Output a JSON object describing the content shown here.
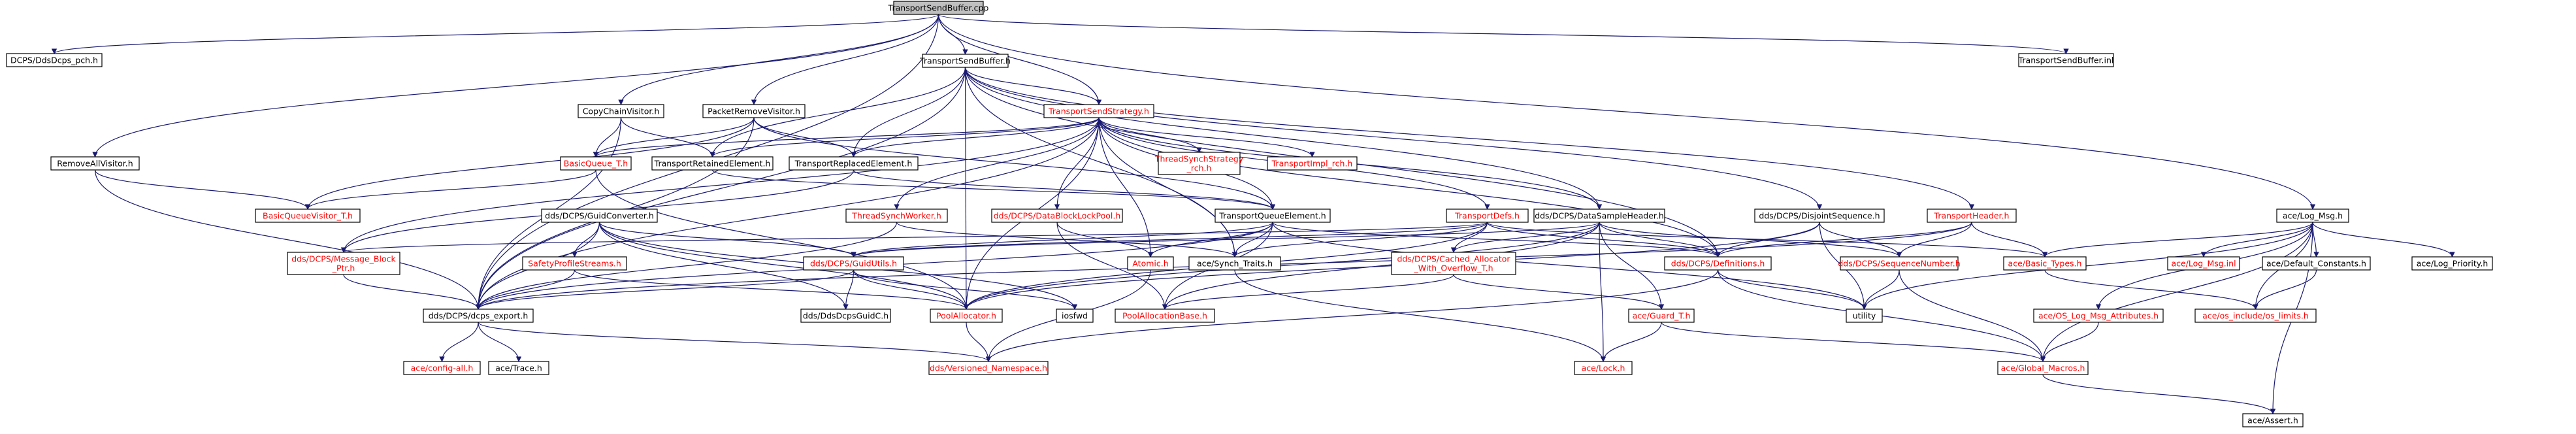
{
  "graph": {
    "colors": {
      "edge": "#191970",
      "node_border": "#000000",
      "node_fill": "#ffffff",
      "root_fill": "#bfbfbf",
      "red_text": "#ff0000",
      "black_text": "#000000"
    },
    "nodes": [
      {
        "id": "root",
        "label": "TransportSendBuffer.cpp",
        "style": "root"
      },
      {
        "id": "dcps_pch",
        "label": "DCPS/DdsDcps_pch.h",
        "style": "black"
      },
      {
        "id": "tsb_h",
        "label": "TransportSendBuffer.h",
        "style": "black"
      },
      {
        "id": "tsb_inl",
        "label": "TransportSendBuffer.inl",
        "style": "black"
      },
      {
        "id": "remove_all",
        "label": "RemoveAllVisitor.h",
        "style": "black"
      },
      {
        "id": "copy_chain",
        "label": "CopyChainVisitor.h",
        "style": "black"
      },
      {
        "id": "packet_remove",
        "label": "PacketRemoveVisitor.h",
        "style": "black"
      },
      {
        "id": "transport_strategy",
        "label": "TransportSendStrategy.h",
        "style": "red"
      },
      {
        "id": "basic_queue",
        "label": "BasicQueue_T.h",
        "style": "red"
      },
      {
        "id": "retained",
        "label": "TransportRetainedElement.h",
        "style": "black"
      },
      {
        "id": "replaced",
        "label": "TransportReplacedElement.h",
        "style": "black"
      },
      {
        "id": "tss_ch",
        "label": [
          "ThreadSynchStrategy",
          "_rch.h"
        ],
        "style": "red"
      },
      {
        "id": "timpl_rch",
        "label": "TransportImpl_rch.h",
        "style": "red"
      },
      {
        "id": "basic_queue_visitor",
        "label": "BasicQueueVisitor_T.h",
        "style": "red"
      },
      {
        "id": "thread_synch_worker",
        "label": "ThreadSynchWorker.h",
        "style": "red"
      },
      {
        "id": "dblp",
        "label": "dds/DCPS/DataBlockLockPool.h",
        "style": "red"
      },
      {
        "id": "tqe",
        "label": "TransportQueueElement.h",
        "style": "black"
      },
      {
        "id": "tdefs",
        "label": "TransportDefs.h",
        "style": "red"
      },
      {
        "id": "dsh",
        "label": "dds/DCPS/DataSampleHeader.h",
        "style": "black"
      },
      {
        "id": "disjoint",
        "label": "dds/DCPS/DisjointSequence.h",
        "style": "black"
      },
      {
        "id": "theader",
        "label": "TransportHeader.h",
        "style": "red"
      },
      {
        "id": "log_msg",
        "label": "ace/Log_Msg.h",
        "style": "black"
      },
      {
        "id": "guid_conv",
        "label": "dds/DCPS/GuidConverter.h",
        "style": "black"
      },
      {
        "id": "mbp",
        "label": [
          "dds/DCPS/Message_Block",
          "_Ptr.h"
        ],
        "style": "red"
      },
      {
        "id": "sps",
        "label": "SafetyProfileStreams.h",
        "style": "red"
      },
      {
        "id": "guid_utils",
        "label": "dds/DCPS/GuidUtils.h",
        "style": "red"
      },
      {
        "id": "atomic",
        "label": "Atomic.h",
        "style": "red"
      },
      {
        "id": "synch_traits",
        "label": "ace/Synch_Traits.h",
        "style": "black"
      },
      {
        "id": "cached_alloc",
        "label": [
          "dds/DCPS/Cached_Allocator",
          "_With_Overflow_T.h"
        ],
        "style": "red"
      },
      {
        "id": "definitions",
        "label": "dds/DCPS/Definitions.h",
        "style": "red"
      },
      {
        "id": "seqnum",
        "label": "dds/DCPS/SequenceNumber.h",
        "style": "red"
      },
      {
        "id": "basic_types",
        "label": "ace/Basic_Types.h",
        "style": "red"
      },
      {
        "id": "log_msg_inl",
        "label": "ace/Log_Msg.inl",
        "style": "red"
      },
      {
        "id": "default_constants",
        "label": "ace/Default_Constants.h",
        "style": "black"
      },
      {
        "id": "log_priority",
        "label": "ace/Log_Priority.h",
        "style": "black"
      },
      {
        "id": "dcps_export",
        "label": "dds/DCPS/dcps_export.h",
        "style": "black"
      },
      {
        "id": "dds_guid_c",
        "label": "dds/DdsDcpsGuidC.h",
        "style": "black"
      },
      {
        "id": "pool_alloc",
        "label": "PoolAllocator.h",
        "style": "red"
      },
      {
        "id": "iosfwd",
        "label": "iosfwd",
        "style": "black"
      },
      {
        "id": "pool_alloc_base",
        "label": "PoolAllocationBase.h",
        "style": "red"
      },
      {
        "id": "utility",
        "label": "utility",
        "style": "black"
      },
      {
        "id": "guard_t",
        "label": "ace/Guard_T.h",
        "style": "red"
      },
      {
        "id": "os_log_attr",
        "label": "ace/OS_Log_Msg_Attributes.h",
        "style": "red"
      },
      {
        "id": "os_limits",
        "label": "ace/os_include/os_limits.h",
        "style": "red"
      },
      {
        "id": "ace_config",
        "label": "ace/config-all.h",
        "style": "red"
      },
      {
        "id": "ace_trace",
        "label": "ace/Trace.h",
        "style": "black"
      },
      {
        "id": "versioned_ns",
        "label": "dds/Versioned_Namespace.h",
        "style": "red"
      },
      {
        "id": "ace_lock",
        "label": "ace/Lock.h",
        "style": "red"
      },
      {
        "id": "global_macros",
        "label": "ace/Global_Macros.h",
        "style": "red"
      },
      {
        "id": "ace_assert",
        "label": "ace/Assert.h",
        "style": "black"
      }
    ],
    "edges": [
      [
        "root",
        "dcps_pch"
      ],
      [
        "root",
        "tsb_h"
      ],
      [
        "root",
        "tsb_inl"
      ],
      [
        "root",
        "remove_all"
      ],
      [
        "root",
        "copy_chain"
      ],
      [
        "root",
        "packet_remove"
      ],
      [
        "root",
        "transport_strategy"
      ],
      [
        "root",
        "dcps_export"
      ],
      [
        "root",
        "log_msg"
      ],
      [
        "tsb_h",
        "transport_strategy"
      ],
      [
        "tsb_h",
        "retained"
      ],
      [
        "tsb_h",
        "replaced"
      ],
      [
        "tsb_h",
        "dsh"
      ],
      [
        "tsb_h",
        "disjoint"
      ],
      [
        "tsb_h",
        "theader"
      ],
      [
        "tsb_h",
        "definitions"
      ],
      [
        "tsb_h",
        "dcps_export"
      ],
      [
        "tsb_h",
        "pool_alloc"
      ],
      [
        "tsb_h",
        "synch_traits"
      ],
      [
        "remove_all",
        "basic_queue_visitor"
      ],
      [
        "remove_all",
        "dcps_export"
      ],
      [
        "copy_chain",
        "basic_queue"
      ],
      [
        "copy_chain",
        "retained"
      ],
      [
        "copy_chain",
        "dcps_export"
      ],
      [
        "packet_remove",
        "basic_queue"
      ],
      [
        "packet_remove",
        "replaced"
      ],
      [
        "packet_remove",
        "basic_queue_visitor"
      ],
      [
        "packet_remove",
        "dcps_export"
      ],
      [
        "packet_remove",
        "tqe"
      ],
      [
        "transport_strategy",
        "basic_queue"
      ],
      [
        "transport_strategy",
        "retained"
      ],
      [
        "transport_strategy",
        "replaced"
      ],
      [
        "transport_strategy",
        "tss_ch"
      ],
      [
        "transport_strategy",
        "timpl_rch"
      ],
      [
        "transport_strategy",
        "thread_synch_worker"
      ],
      [
        "transport_strategy",
        "dblp"
      ],
      [
        "transport_strategy",
        "tqe"
      ],
      [
        "transport_strategy",
        "tdefs"
      ],
      [
        "transport_strategy",
        "dsh"
      ],
      [
        "transport_strategy",
        "definitions"
      ],
      [
        "transport_strategy",
        "mbp"
      ],
      [
        "transport_strategy",
        "dcps_export"
      ],
      [
        "transport_strategy",
        "atomic"
      ],
      [
        "transport_strategy",
        "pool_alloc"
      ],
      [
        "transport_strategy",
        "synch_traits"
      ],
      [
        "basic_queue",
        "basic_queue_visitor"
      ],
      [
        "basic_queue",
        "pool_alloc"
      ],
      [
        "retained",
        "tqe"
      ],
      [
        "replaced",
        "tqe"
      ],
      [
        "replaced",
        "mbp"
      ],
      [
        "thread_synch_worker",
        "dcps_export"
      ],
      [
        "thread_synch_worker",
        "synch_traits"
      ],
      [
        "dblp",
        "atomic"
      ],
      [
        "dblp",
        "pool_alloc_base"
      ],
      [
        "tqe",
        "dcps_export"
      ],
      [
        "tqe",
        "guid_utils"
      ],
      [
        "tqe",
        "atomic"
      ],
      [
        "tqe",
        "pool_alloc_base"
      ],
      [
        "tqe",
        "synch_traits"
      ],
      [
        "tqe",
        "definitions"
      ],
      [
        "tqe",
        "utility"
      ],
      [
        "tdefs",
        "basic_types"
      ],
      [
        "tdefs",
        "cached_alloc"
      ],
      [
        "tdefs",
        "definitions"
      ],
      [
        "tdefs",
        "guid_utils"
      ],
      [
        "tdefs",
        "mbp"
      ],
      [
        "tdefs",
        "synch_traits"
      ],
      [
        "tdefs",
        "pool_alloc"
      ],
      [
        "dsh",
        "definitions"
      ],
      [
        "dsh",
        "seqnum"
      ],
      [
        "dsh",
        "cached_alloc"
      ],
      [
        "dsh",
        "guid_utils"
      ],
      [
        "dsh",
        "pool_alloc_base"
      ],
      [
        "dsh",
        "pool_alloc"
      ],
      [
        "dsh",
        "guard_t"
      ],
      [
        "dsh",
        "ace_lock"
      ],
      [
        "disjoint",
        "definitions"
      ],
      [
        "disjoint",
        "seqnum"
      ],
      [
        "disjoint",
        "pool_alloc"
      ],
      [
        "disjoint",
        "utility"
      ],
      [
        "theader",
        "definitions"
      ],
      [
        "theader",
        "seqnum"
      ],
      [
        "theader",
        "basic_types"
      ],
      [
        "theader",
        "dcps_export"
      ],
      [
        "log_msg",
        "basic_types"
      ],
      [
        "log_msg",
        "log_msg_inl"
      ],
      [
        "log_msg",
        "default_constants"
      ],
      [
        "log_msg",
        "log_priority"
      ],
      [
        "log_msg",
        "os_log_attr"
      ],
      [
        "log_msg",
        "os_limits"
      ],
      [
        "log_msg",
        "global_macros"
      ],
      [
        "log_msg",
        "ace_assert"
      ],
      [
        "log_msg",
        "utility"
      ],
      [
        "guid_conv",
        "dcps_export"
      ],
      [
        "guid_conv",
        "sps"
      ],
      [
        "guid_conv",
        "guid_utils"
      ],
      [
        "guid_conv",
        "dds_guid_c"
      ],
      [
        "guid_conv",
        "pool_alloc"
      ],
      [
        "guid_conv",
        "iosfwd"
      ],
      [
        "mbp",
        "dcps_export"
      ],
      [
        "sps",
        "dcps_export"
      ],
      [
        "sps",
        "pool_alloc"
      ],
      [
        "guid_utils",
        "dcps_export"
      ],
      [
        "guid_utils",
        "dds_guid_c"
      ],
      [
        "guid_utils",
        "pool_alloc"
      ],
      [
        "guid_utils",
        "iosfwd"
      ],
      [
        "atomic",
        "versioned_ns"
      ],
      [
        "synch_traits",
        "ace_lock"
      ],
      [
        "cached_alloc",
        "pool_alloc_base"
      ],
      [
        "cached_alloc",
        "guard_t"
      ],
      [
        "definitions",
        "utility"
      ],
      [
        "definitions",
        "global_macros"
      ],
      [
        "definitions",
        "versioned_ns"
      ],
      [
        "seqnum",
        "utility"
      ],
      [
        "seqnum",
        "global_macros"
      ],
      [
        "basic_types",
        "os_limits"
      ],
      [
        "default_constants",
        "os_limits"
      ],
      [
        "os_log_attr",
        "global_macros"
      ],
      [
        "dcps_export",
        "ace_config"
      ],
      [
        "dcps_export",
        "ace_trace"
      ],
      [
        "dcps_export",
        "versioned_ns"
      ],
      [
        "pool_alloc",
        "versioned_ns"
      ],
      [
        "guard_t",
        "ace_lock"
      ],
      [
        "guard_t",
        "global_macros"
      ],
      [
        "global_macros",
        "ace_assert"
      ]
    ]
  }
}
